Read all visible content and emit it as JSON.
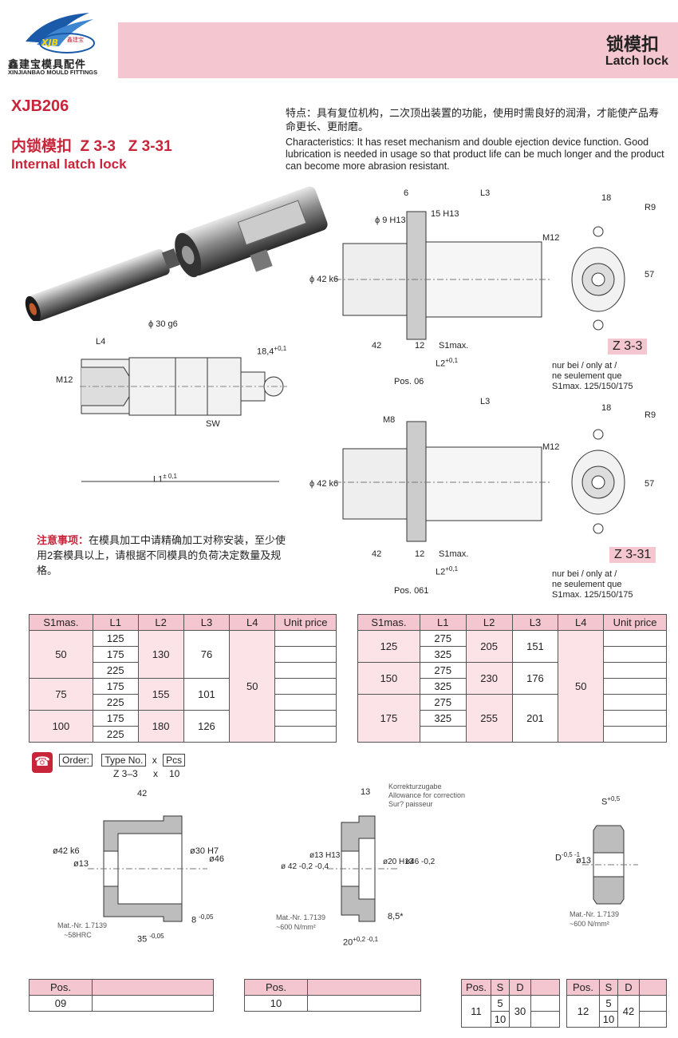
{
  "header": {
    "brand_cn": "鑫建宝模具配件",
    "brand_en": "XINJIANBAO MOULD FITTINGS",
    "logo_mark": "XJB",
    "logo_mark_cn": "鑫建宝",
    "title_cn": "锁模扣",
    "title_en": "Latch lock"
  },
  "product": {
    "code": "XJB206",
    "name_cn": "内锁模扣  Z 3-3   Z 3-31",
    "name_en": "Internal latch lock"
  },
  "characteristics": {
    "cn": "特点：具有复位机构，二次顶出装置的功能，使用时需良好的润滑，才能使产品寿命更长、更耐磨。",
    "en": "Characteristics: It has reset mechanism and double ejection device function. Good lubrication is needed in usage so that product life can be much longer and the product can become more abrasion resistant."
  },
  "note": {
    "lead": "注意事项：",
    "text": "在模具加工中请精确加工对称安装，至少使用2套模具以上，请根据不同模具的负荷决定数量及规格。"
  },
  "drawing_pin": {
    "l4": "L4",
    "d30": "ϕ 30 g6",
    "dim184": "18,4",
    "dim184_tol": "+0,1",
    "m12": "M12",
    "sw": "SW",
    "l1": "L1",
    "l1_tol": "± 0,1"
  },
  "drawing_z33": {
    "dim6": "6",
    "l3": "L3",
    "phi9": "ϕ 9 H13",
    "h15": "15 H13",
    "m12": "M12",
    "phi42": "ϕ 42 k6",
    "d42": "42",
    "d12": "12",
    "s1max": "S1max.",
    "l2": "L2",
    "l2_tol": "+0,1",
    "pos": "Pos. 06",
    "w18": "18",
    "r9": "R9",
    "h57": "57",
    "label": "Z 3-3",
    "remark1": "nur bei / only at /",
    "remark2": "ne seulement que",
    "remark3": "S1max. 125/150/175"
  },
  "drawing_z331": {
    "l3": "L3",
    "m8": "M8",
    "m12": "M12",
    "phi42": "ϕ 42 k6",
    "d42": "42",
    "d12": "12",
    "s1max": "S1max.",
    "l2": "L2",
    "l2_tol": "+0,1",
    "pos": "Pos. 061",
    "w18": "18",
    "r9": "R9",
    "h57": "57",
    "label": "Z 3-31",
    "remark1": "nur bei / only at /",
    "remark2": "ne seulement que",
    "remark3": "S1max. 125/150/175"
  },
  "table_left": {
    "headers": [
      "S1mas.",
      "L1",
      "L2",
      "L3",
      "L4",
      "Unit price"
    ],
    "groups": [
      {
        "s1": "50",
        "l1": [
          "125",
          "175",
          "225"
        ],
        "l2": "130",
        "l3": "76"
      },
      {
        "s1": "75",
        "l1": [
          "175",
          "225"
        ],
        "l2": "155",
        "l3": "101"
      },
      {
        "s1": "100",
        "l1": [
          "175",
          "225"
        ],
        "l2": "180",
        "l3": "126"
      }
    ],
    "l4": "50"
  },
  "table_right": {
    "headers": [
      "S1mas.",
      "L1",
      "L2",
      "L3",
      "L4",
      "Unit price"
    ],
    "groups": [
      {
        "s1": "125",
        "l1": [
          "275",
          "325"
        ],
        "l2": "205",
        "l3": "151"
      },
      {
        "s1": "150",
        "l1": [
          "275",
          "325"
        ],
        "l2": "230",
        "l3": "176"
      },
      {
        "s1": "175",
        "l1": [
          "275",
          "325",
          ""
        ],
        "l2": "255",
        "l3": "201"
      }
    ],
    "l4": "50"
  },
  "order": {
    "label": "Order:",
    "type_label": "Type No.",
    "x": "x",
    "pcs_label": "Pcs",
    "type_value": "Z 3–3",
    "pcs_value": "10"
  },
  "part09": {
    "w42": "42",
    "phi42": "ø42 k6",
    "phi13": "ø13",
    "phi30": "ø30 H7",
    "phi46": "ø46",
    "dim8": "8",
    "dim8_tol": "-0,05",
    "dim35": "35",
    "dim35_tol": "-0,05",
    "mat1": "Mat.-Nr. 1.7139",
    "mat2": "~58HRC"
  },
  "part10": {
    "w13": "13",
    "corr1": "Korrekturzugabe",
    "corr2": "Allowance for correction",
    "corr3": "Sur? paisseur",
    "phi42": "ø 42 -0,2 -0,4",
    "phi13": "ø13 H13",
    "phi20": "ø20 H13",
    "phi46": "ø46 -0,2",
    "dim85": "8,5*",
    "dim20": "20",
    "dim20_tol": "+0,2 -0,1",
    "mat1": "Mat.-Nr. 1.7139",
    "mat2": "~600 N/mm²"
  },
  "part_s": {
    "s": "S",
    "s_tol": "+0,5",
    "d": "D",
    "d_tol": "-0,5 -1",
    "phi13": "ø13",
    "mat1": "Mat.-Nr. 1.7139",
    "mat2": "~600 N/mm²"
  },
  "pos_tables": {
    "t09": {
      "header": "Pos.",
      "value": "09"
    },
    "t10": {
      "header": "Pos.",
      "value": "10"
    },
    "t11": {
      "h_pos": "Pos.",
      "h_s": "S",
      "h_d": "D",
      "pos": "11",
      "s1": "5",
      "s2": "10",
      "d": "30"
    },
    "t12": {
      "h_pos": "Pos.",
      "h_s": "S",
      "h_d": "D",
      "pos": "12",
      "s1": "5",
      "s2": "10",
      "d": "42"
    }
  },
  "colors": {
    "accent": "#c8253a",
    "band": "#f4c6cf",
    "table_pink": "#fbe3e8"
  }
}
